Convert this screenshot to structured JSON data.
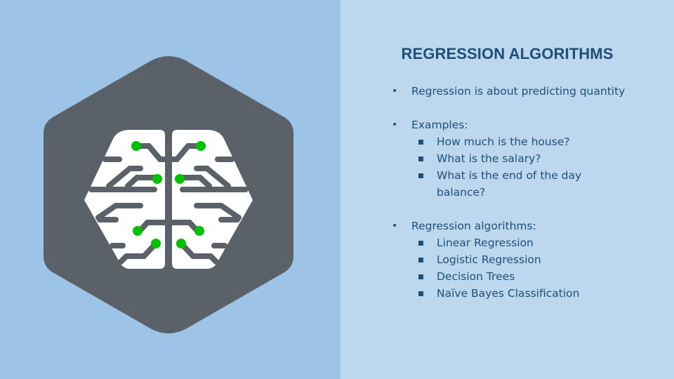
{
  "slide": {
    "title": "REGRESSION ALGORITHMS",
    "colors": {
      "left_bg": "#9dc3e6",
      "right_bg": "#bdd7ee",
      "text": "#1f4e79",
      "hexagon": "#5a6169",
      "brain": "#ffffff",
      "nodes": "#00c000"
    },
    "logo": {
      "icon": "brain-circuit-icon"
    },
    "bullets": [
      {
        "text": "Regression is about predicting quantity",
        "sub": []
      },
      {
        "text": "Examples:",
        "sub": [
          "How much is the house?",
          "What is the salary?",
          "What is the end of the day balance?"
        ]
      },
      {
        "text": "Regression algorithms:",
        "sub": [
          "Linear Regression",
          "Logistic Regression",
          "Decision Trees",
          "Naïve Bayes Classification"
        ]
      }
    ]
  }
}
